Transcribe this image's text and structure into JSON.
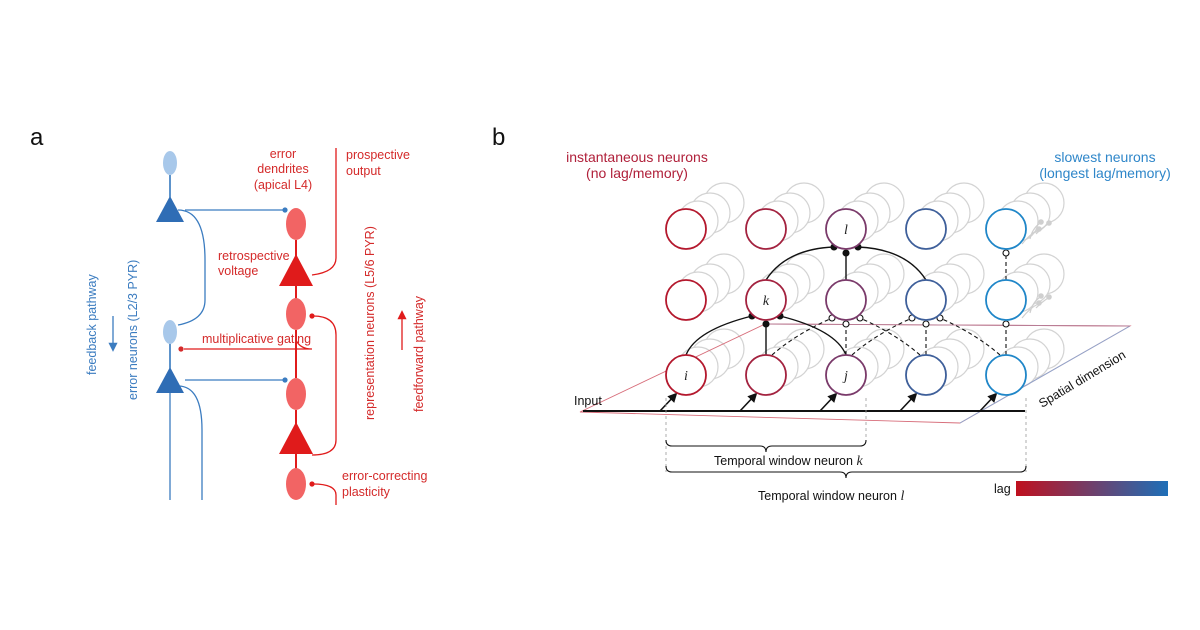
{
  "panel_a": {
    "letter": "a",
    "labels": {
      "error_dendrites_1": "error",
      "error_dendrites_2": "dendrites",
      "error_dendrites_3": "(apical L4)",
      "prospective_1": "prospective",
      "prospective_2": "output",
      "retrospective_1": "retrospective",
      "retrospective_2": "voltage",
      "multiplicative": "multiplicative gating",
      "representation": "representation neurons (L5/6 PYR)",
      "feedforward": "feedforward pathway",
      "feedback": "feedback pathway",
      "error_neurons": "error neurons (L2/3 PYR)",
      "error_correcting_1": "error-correcting",
      "error_correcting_2": "plasticity"
    },
    "colors": {
      "blue_dark": "#2f6db5",
      "blue_light": "#a8c8ea",
      "red_dark": "#e01b1b",
      "red_light": "#f26464"
    }
  },
  "panel_b": {
    "letter": "b",
    "header_left_1": "instantaneous neurons",
    "header_left_2": "(no lag/memory)",
    "header_right_1": "slowest neurons",
    "header_right_2": "(longest lag/memory)",
    "input_label": "Input",
    "spatial_label": "Spatial dimension",
    "temporal_k_prefix": "Temporal window neuron ",
    "temporal_k_var": "k",
    "temporal_l_prefix": "Temporal window neuron ",
    "temporal_l_var": "l",
    "lag_label": "lag",
    "node_labels": {
      "i": "i",
      "k": "k",
      "l": "l",
      "j": "j"
    },
    "column_colors": [
      "#b4182d",
      "#a3223f",
      "#7a3a6a",
      "#3e5f9a",
      "#1f86c8"
    ],
    "colors": {
      "lag_start": "#c0101e",
      "lag_end": "#1e6fb8",
      "ghost": "#d3d3d3"
    }
  }
}
